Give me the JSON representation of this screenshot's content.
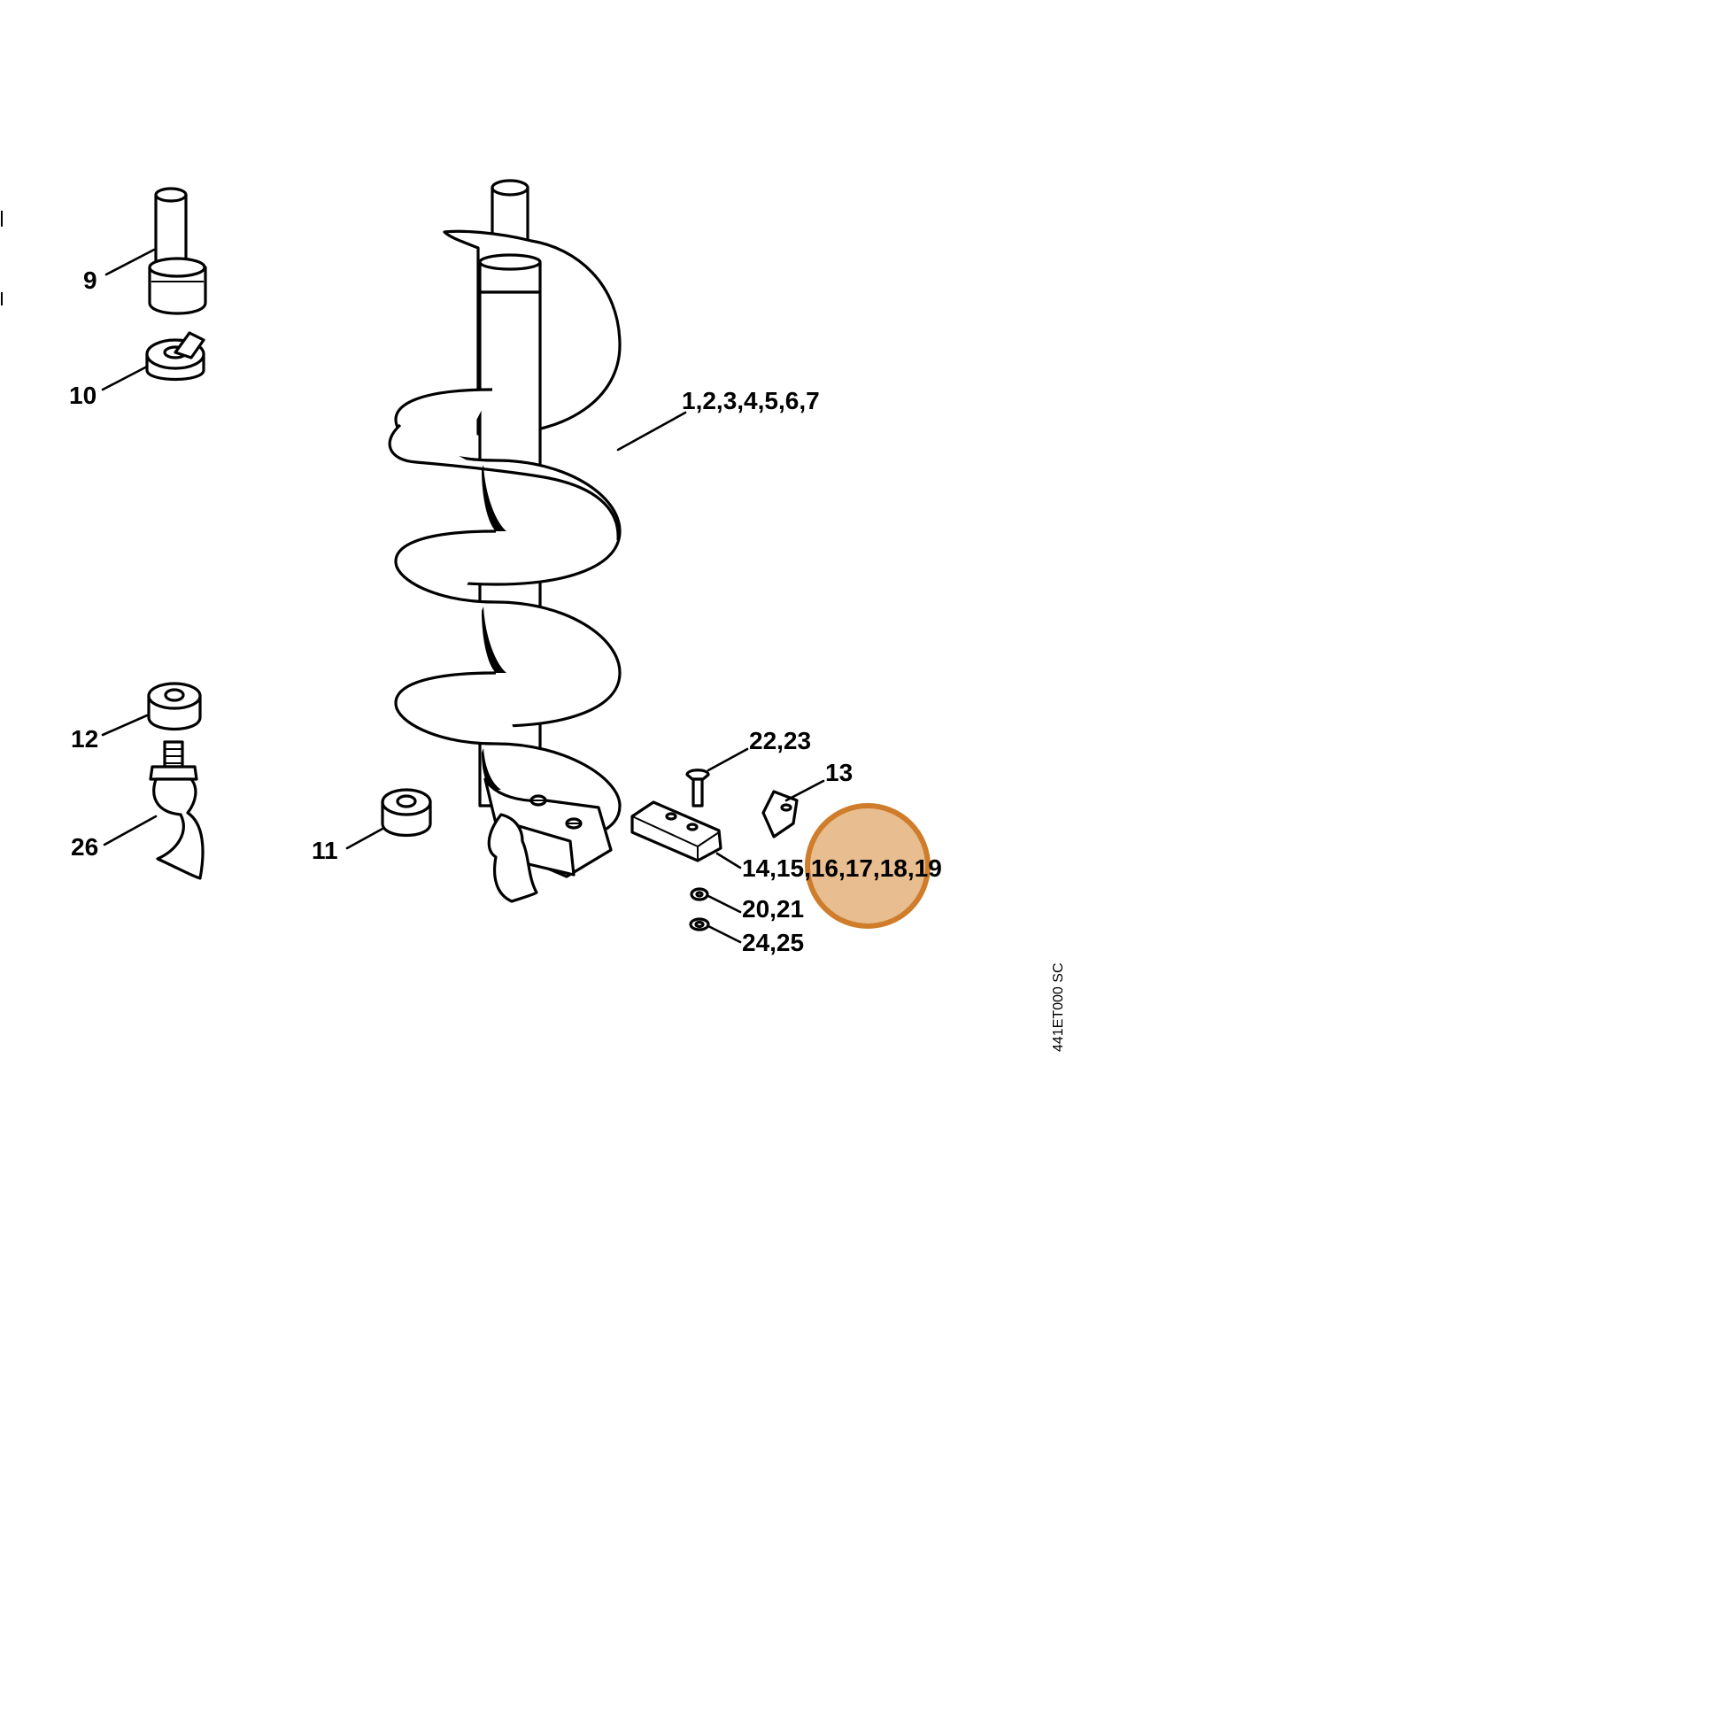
{
  "callouts": {
    "c9": "9",
    "c10": "10",
    "c1_7": "1,2,3,4,5,6,7",
    "c12": "12",
    "c26": "26",
    "c11": "11",
    "c22_23": "22,23",
    "c13": "13",
    "c14_19": "14,15,16,17,18,19",
    "c20_21": "20,21",
    "c24_25": "24,25"
  },
  "drawing_code": "441ET000 SC",
  "highlight": {
    "text": "16,17,18",
    "fill_color": "#e8bd8f",
    "ring_color": "#cf7d2b"
  }
}
